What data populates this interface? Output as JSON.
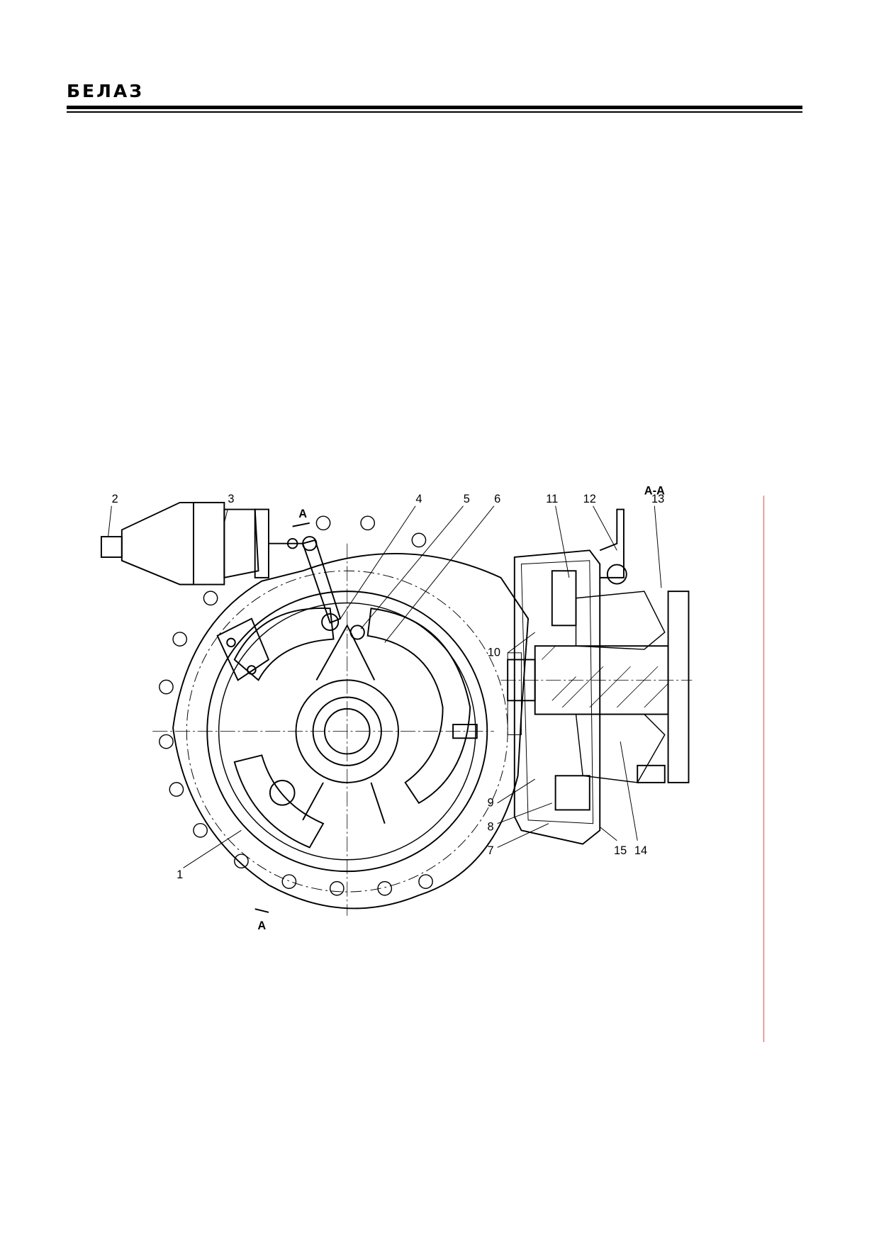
{
  "header": {
    "logo_text": "БЕЛАЗ"
  },
  "figure": {
    "section_label": "А-А",
    "cut_marks": [
      "А",
      "А"
    ],
    "callouts": [
      "1",
      "2",
      "3",
      "4",
      "5",
      "6",
      "7",
      "8",
      "9",
      "10",
      "11",
      "12",
      "13",
      "14",
      "15"
    ]
  }
}
